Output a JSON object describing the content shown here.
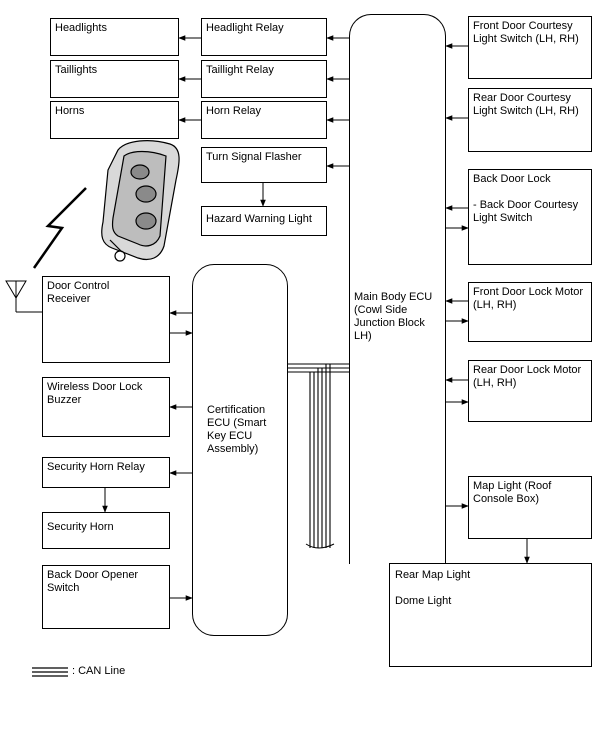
{
  "left_boxes": {
    "headlights": "Headlights",
    "taillights": "Taillights",
    "horns": "Horns",
    "door_control_receiver": "Door Control\nReceiver",
    "wireless_door_lock_buzzer": "Wireless Door Lock\nBuzzer",
    "security_horn_relay": "Security Horn Relay",
    "security_horn": "Security Horn",
    "back_door_opener_switch": "Back Door Opener\nSwitch"
  },
  "middle_boxes": {
    "headlight_relay": "Headlight Relay",
    "taillight_relay": "Taillight Relay",
    "horn_relay": "Horn Relay",
    "turn_signal_flasher": "Turn Signal Flasher",
    "hazard_warning_light": "Hazard Warning Light"
  },
  "ecus": {
    "main_body_ecu": "Main Body ECU\n(Cowl Side\nJunction Block\nLH)",
    "certification_ecu": "Certification\nECU (Smart\nKey ECU\nAssembly)"
  },
  "right_boxes": {
    "front_door_courtesy": "Front Door Courtesy\nLight Switch (LH, RH)",
    "rear_door_courtesy": "Rear Door Courtesy\nLight Switch (LH, RH)",
    "back_door_lock": "Back Door Lock\n\n- Back Door Courtesy\nLight Switch",
    "front_door_lock_motor": "Front Door Lock Motor\n(LH, RH)",
    "rear_door_lock_motor": "Rear Door Lock Motor\n(LH, RH)",
    "map_light": "Map Light (Roof\nConsole Box)",
    "rear_map_dome": "Rear Map Light\n\nDome Light"
  },
  "legend": {
    "can_line": ": CAN Line"
  }
}
